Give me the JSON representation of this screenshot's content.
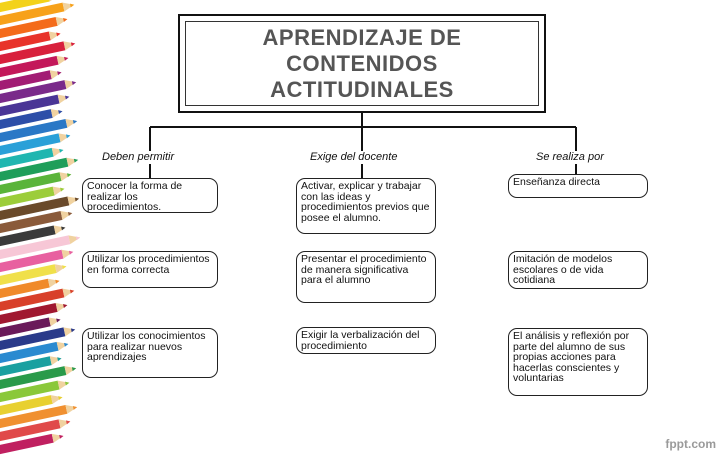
{
  "title": "APRENDIZAJE DE CONTENIDOS ACTITUDINALES",
  "branches": [
    {
      "label": "Deben permitir",
      "nodes": [
        "Conocer la forma de realizar los procedimientos.",
        "Utilizar los procedimientos en forma correcta",
        "Utilizar los conocimientos para realizar nuevos aprendizajes"
      ]
    },
    {
      "label": "Exige del docente",
      "nodes": [
        "Activar, explicar y trabajar con las ideas y procedimientos previos que posee el alumno.",
        "Presentar el procedimiento de manera significativa para el alumno",
        "Exigir la verbalización del procedimiento"
      ]
    },
    {
      "label": "Se realiza por",
      "nodes": [
        "Enseñanza directa",
        "Imitación de modelos escolares o de vida cotidiana",
        "El análisis y reflexión por parte del alumno de sus propias acciones para hacerlas conscientes y voluntarias"
      ]
    }
  ],
  "watermark": "fppt.com"
}
